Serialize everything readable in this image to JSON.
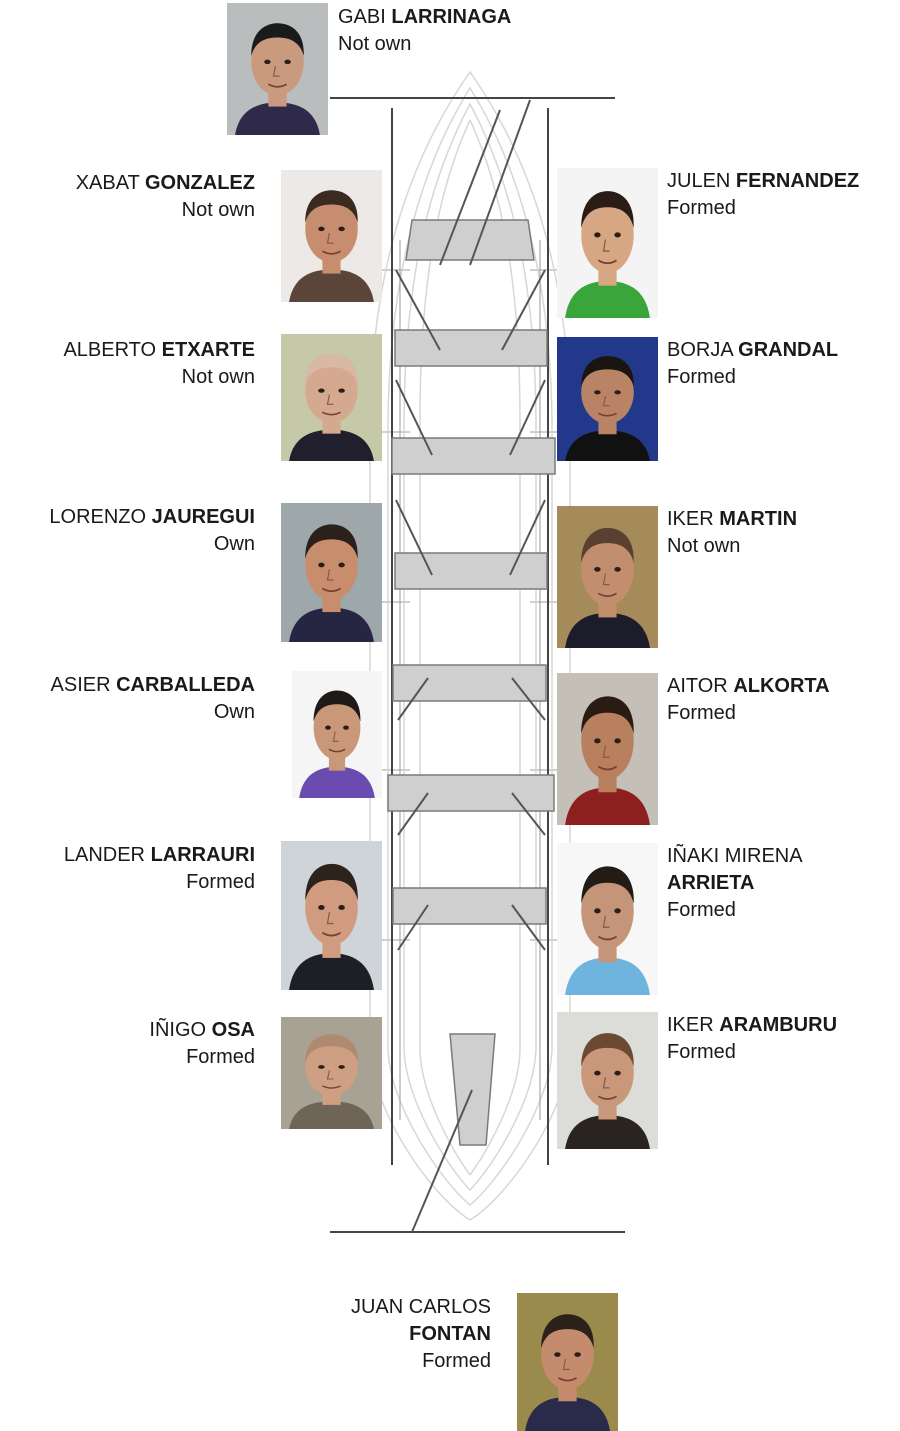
{
  "crew": [
    {
      "id": "larrinaga",
      "first": "GABI",
      "last": "LARRINAGA",
      "status": "Not own",
      "bg": "#b9bdbd",
      "skin": "#c99a7e",
      "hair": "#1b1b1b",
      "shirt": "#2f2a4a"
    },
    {
      "id": "gonzalez",
      "first": "XABAT",
      "last": "GONZALEZ",
      "status": "Not own",
      "bg": "#ece9e6",
      "skin": "#c68e6e",
      "hair": "#3b2a20",
      "shirt": "#5b4538"
    },
    {
      "id": "fernandez",
      "first": "JULEN",
      "last": "FERNANDEZ",
      "status": "Formed",
      "bg": "#f4f4f4",
      "skin": "#d7a784",
      "hair": "#2a1d15",
      "shirt": "#3aa53a"
    },
    {
      "id": "etxarte",
      "first": "ALBERTO",
      "last": "ETXARTE",
      "status": "Not own",
      "bg": "#c6c9a8",
      "skin": "#d4a990",
      "hair": "#d9b8a4",
      "shirt": "#1f1f2e"
    },
    {
      "id": "grandal",
      "first": "BORJA",
      "last": "GRANDAL",
      "status": "Formed",
      "bg": "#22388a",
      "skin": "#b98466",
      "hair": "#1a1512",
      "shirt": "#111111"
    },
    {
      "id": "jauregui",
      "first": "LORENZO",
      "last": "JAUREGUI",
      "status": "Own",
      "bg": "#9ea7a9",
      "skin": "#c88d6c",
      "hair": "#2a211c",
      "shirt": "#262643"
    },
    {
      "id": "martin",
      "first": "IKER",
      "last": "MARTIN",
      "status": "Not own",
      "bg": "#a58b5a",
      "skin": "#c28e6e",
      "hair": "#5a4030",
      "shirt": "#1c1c2a"
    },
    {
      "id": "carballeda",
      "first": "ASIER",
      "last": "CARBALLEDA",
      "status": "Own",
      "bg": "#f5f5f5",
      "skin": "#c99879",
      "hair": "#1e1a18",
      "shirt": "#6a4bb0"
    },
    {
      "id": "alkorta",
      "first": "AITOR",
      "last": "ALKORTA",
      "status": "Formed",
      "bg": "#c4c0b8",
      "skin": "#b9805f",
      "hair": "#2a1c12",
      "shirt": "#8e1f1f"
    },
    {
      "id": "larrauri",
      "first": "LANDER",
      "last": "LARRAURI",
      "status": "Formed",
      "bg": "#cfd4d8",
      "skin": "#d09b7e",
      "hair": "#2c231c",
      "shirt": "#1e1e26"
    },
    {
      "id": "arrieta",
      "first": "IÑAKI MIRENA",
      "last": "ARRIETA",
      "status": "Formed",
      "bg": "#f7f7f7",
      "skin": "#c5957a",
      "hair": "#221b16",
      "shirt": "#6fb4de"
    },
    {
      "id": "osa",
      "first": "IÑIGO",
      "last": "OSA",
      "status": "Formed",
      "bg": "#a8a294",
      "skin": "#cf9f84",
      "hair": "#b08a70",
      "shirt": "#6e6458"
    },
    {
      "id": "aramburu",
      "first": "IKER",
      "last": "ARAMBURU",
      "status": "Formed",
      "bg": "#dcdcd8",
      "skin": "#c99779",
      "hair": "#6a4a33",
      "shirt": "#2a2420"
    },
    {
      "id": "fontan",
      "first": "JUAN CARLOS",
      "last": "FONTAN",
      "status": "Formed",
      "bg": "#9a8a4c",
      "skin": "#c48c6d",
      "hair": "#2a221b",
      "shirt": "#2a2b4a"
    }
  ]
}
